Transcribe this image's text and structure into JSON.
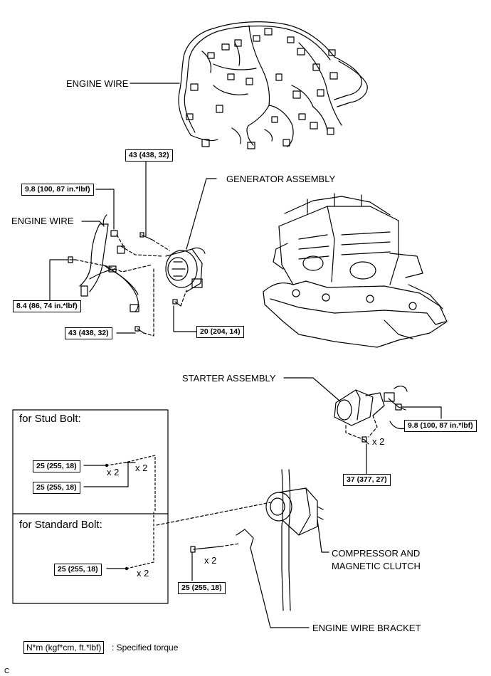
{
  "labels": {
    "engine_wire_top": "ENGINE WIRE",
    "engine_wire_left": "ENGINE WIRE",
    "generator_assembly": "GENERATOR ASSEMBLY",
    "starter_assembly": "STARTER ASSEMBLY",
    "compressor_line1": "COMPRESSOR AND",
    "compressor_line2": "MAGNETIC CLUTCH",
    "engine_wire_bracket": "ENGINE WIRE BRACKET"
  },
  "torques": {
    "gen_top_bolt": "43 (438, 32)",
    "gen_connector": "9.8 (100, 87 in.*lbf)",
    "gen_terminal": "8.4 (86, 74 in.*lbf)",
    "gen_lower_bolt": "43 (438, 32)",
    "gen_bracket_bolt": "20 (204, 14)",
    "starter_terminal": "9.8 (100, 87 in.*lbf)",
    "starter_bolt": "37 (377, 27)",
    "stud_bolt_a": "25 (255, 18)",
    "stud_bolt_b": "25 (255, 18)",
    "standard_bolt": "25 (255, 18)",
    "compressor_bolt": "25 (255, 18)"
  },
  "quantities": {
    "starter_x2": "x 2",
    "stud_x2_a": "x 2",
    "stud_x2_b": "x 2",
    "standard_x2": "x 2",
    "compressor_x2": "x 2"
  },
  "box": {
    "stud_title": "for Stud Bolt:",
    "standard_title": "for Standard Bolt:"
  },
  "legend": {
    "unit": "N*m (kgf*cm, ft.*lbf)",
    "text": ": Specified torque"
  },
  "corner_ref": "C"
}
